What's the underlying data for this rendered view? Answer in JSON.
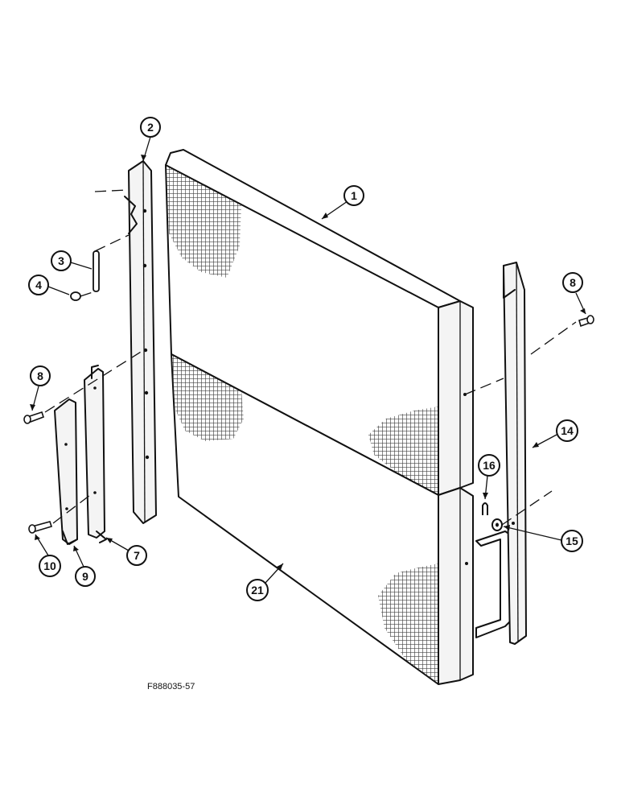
{
  "callouts": {
    "c1": "1",
    "c2": "2",
    "c3": "3",
    "c4": "4",
    "c7": "7",
    "c8_left": "8",
    "c8_right": "8",
    "c9": "9",
    "c10": "10",
    "c14": "14",
    "c15": "15",
    "c16": "16",
    "c21": "21"
  },
  "figure_id": "F888035-57"
}
